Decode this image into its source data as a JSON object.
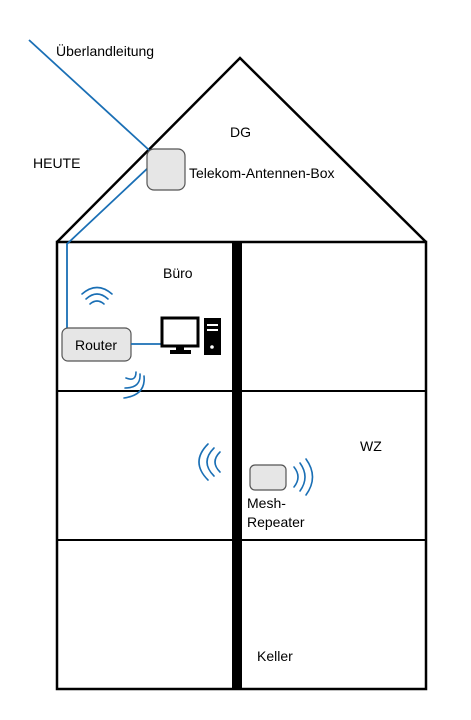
{
  "labels": {
    "cable": "Überlandleitung",
    "heute": "HEUTE",
    "dg": "DG",
    "antenna_box": "Telekom-Antennen-Box",
    "buero": "Büro",
    "router": "Router",
    "wz": "WZ",
    "mesh_line1": "Mesh-",
    "mesh_line2": "Repeater",
    "keller": "Keller"
  },
  "colors": {
    "line": "#000000",
    "cable": "#1a6fb5",
    "wifi": "#1a6fb5",
    "device_fill": "#e6e6e6",
    "device_stroke": "#555555",
    "pc": "#000000"
  }
}
